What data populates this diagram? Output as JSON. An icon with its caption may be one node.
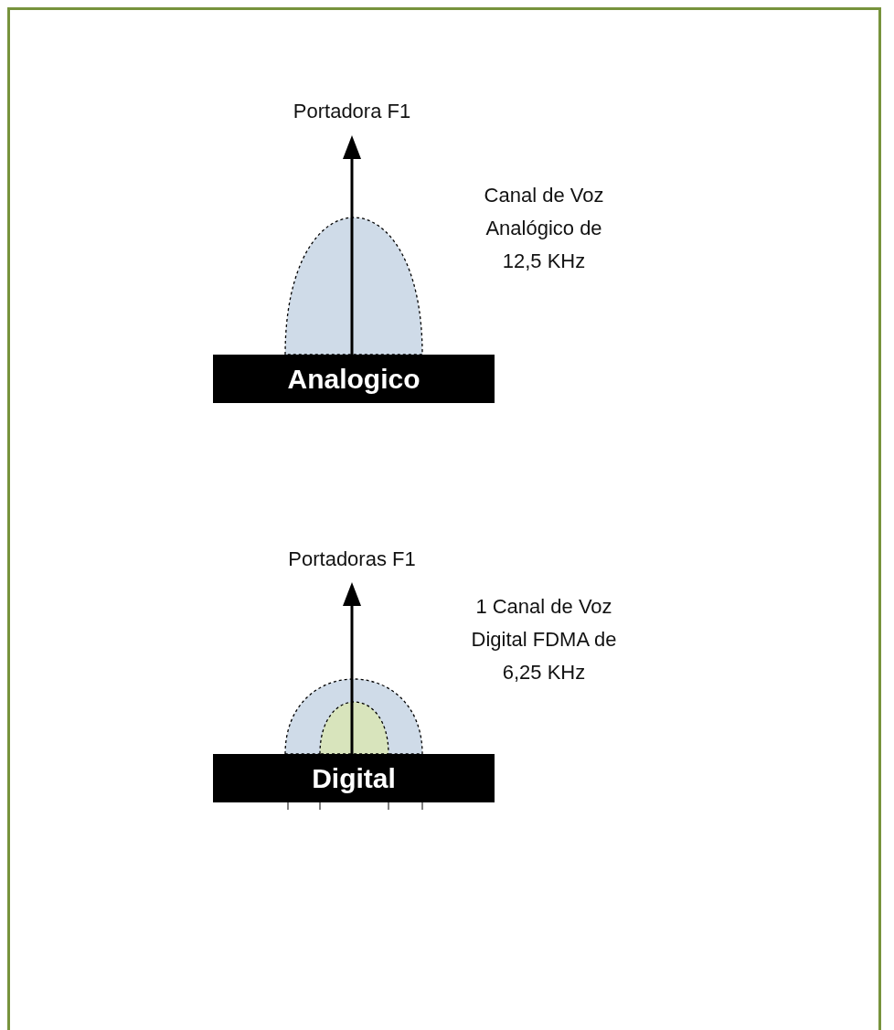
{
  "diagram": {
    "nodes": [
      {
        "text": [
          "Analogico"
        ]
      },
      {
        "text": [
          "Digital"
        ]
      }
    ],
    "labels": [
      "Portadora F1",
      "Canal de Voz Analógico de 12,5 KHz",
      "Portadoras F1",
      "1 Canal de Voz Digital FDMA de 6,25 KHz"
    ]
  }
}
